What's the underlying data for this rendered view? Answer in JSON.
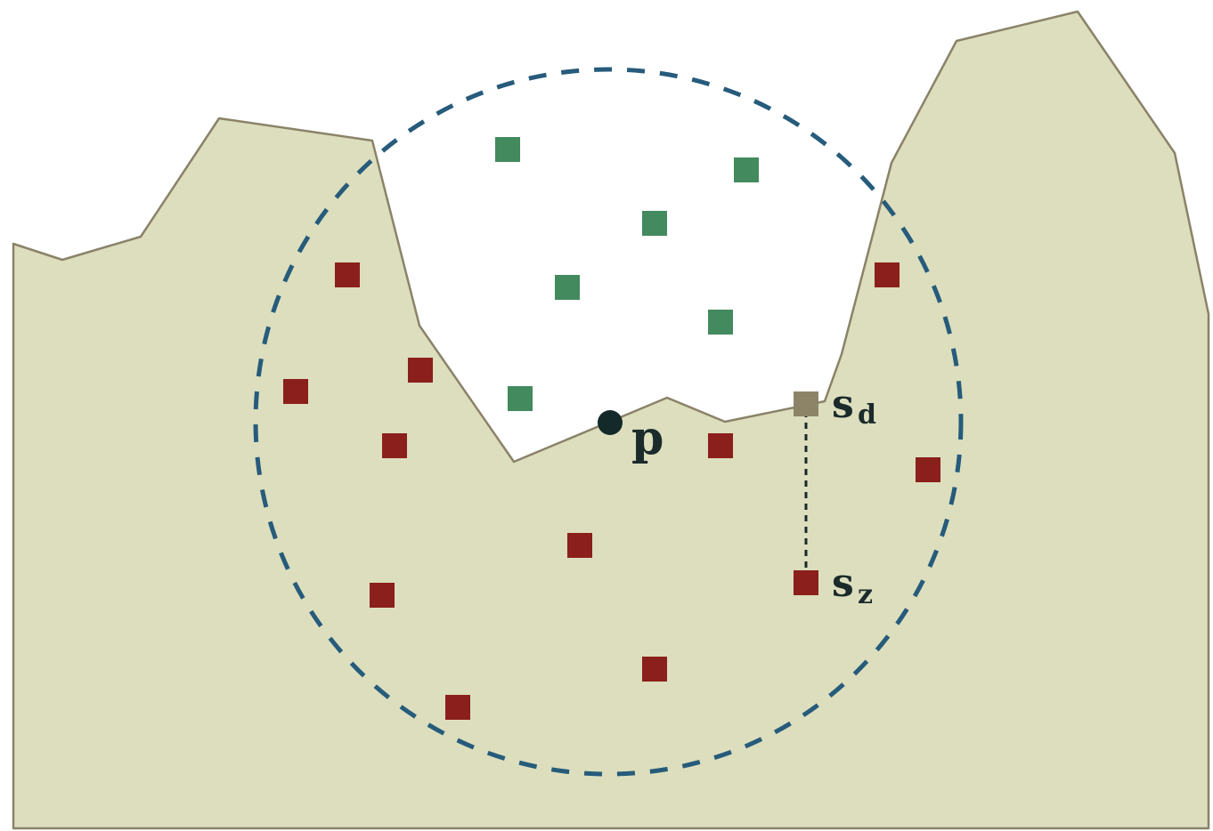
{
  "colors": {
    "terrain_fill": "#dcdebd",
    "terrain_stroke": "#8a8369",
    "circle_stroke": "#265b7b",
    "free_sample": "#438a5e",
    "occupied_sample": "#8b1f1c",
    "surface_sample": "#8d8468",
    "point": "#142929",
    "connector": "#1b2a2a"
  },
  "labels": {
    "point": "p",
    "surface_sample_main": "s",
    "surface_sample_sub": "d",
    "projected_sample_main": "s",
    "projected_sample_sub": "z"
  }
}
